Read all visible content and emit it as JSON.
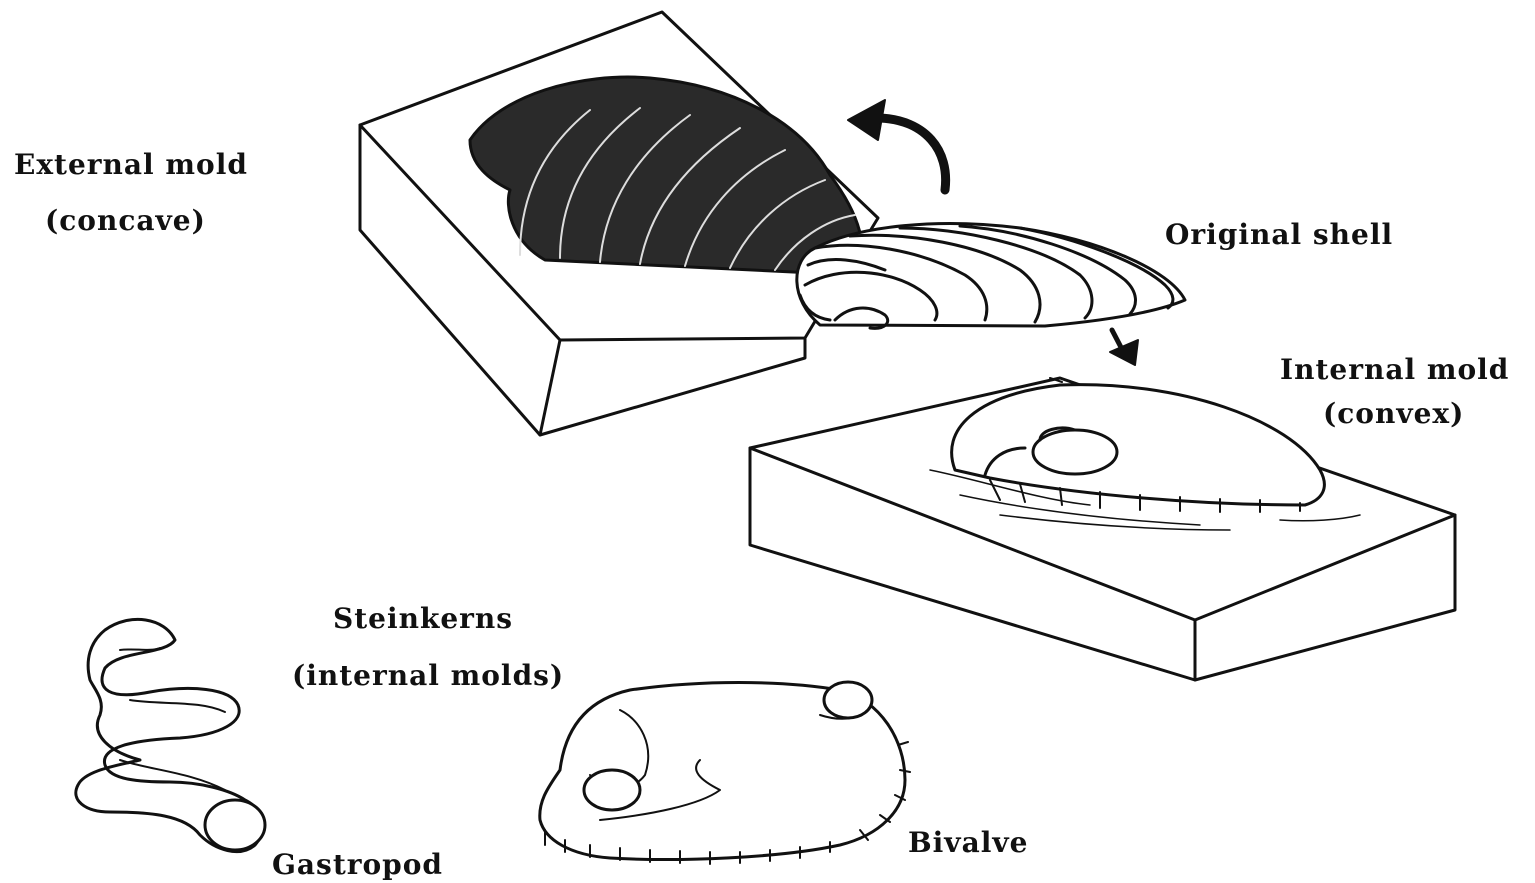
{
  "labels": {
    "external_mold": "External mold",
    "external_mold_note": "(concave)",
    "original_shell": "Original shell",
    "internal_mold": "Internal mold",
    "internal_mold_note": "(convex)",
    "steinkerns": "Steinkerns",
    "steinkerns_note": "(internal molds)",
    "gastropod": "Gastropod",
    "bivalve": "Bivalve"
  },
  "colors": {
    "ink": "#111111",
    "paper": "#ffffff"
  }
}
